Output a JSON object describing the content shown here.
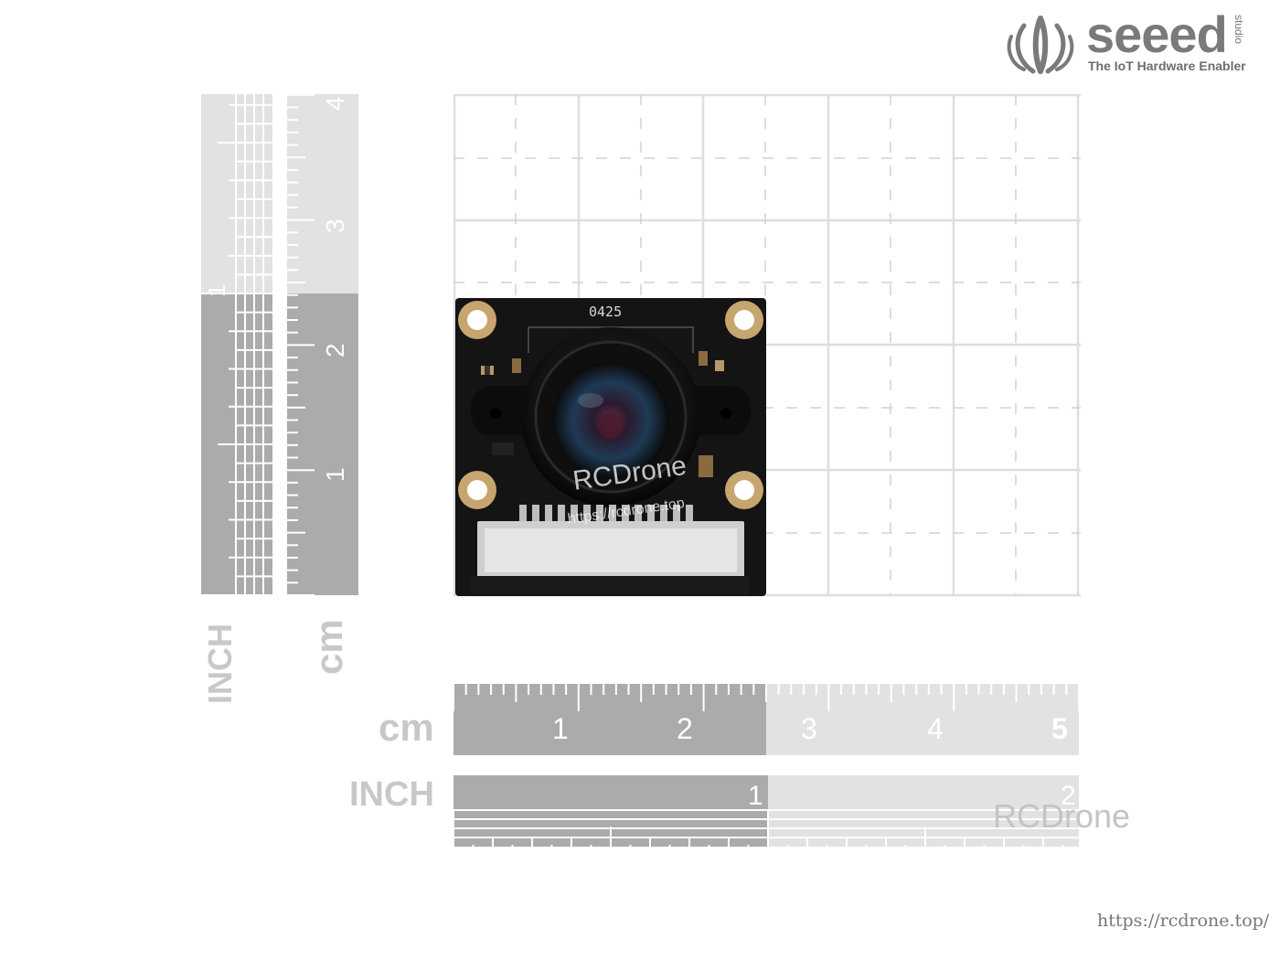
{
  "logo": {
    "wordmark": "seeed",
    "superscript": "studio",
    "tagline": "The IoT Hardware Enabler"
  },
  "rulers": {
    "vertical_inch_label": "INCH",
    "vertical_inch_ticks": [
      "1"
    ],
    "vertical_cm_label": "cm",
    "vertical_cm_ticks": [
      "1",
      "2",
      "3",
      "4"
    ],
    "horizontal_cm_label": "cm",
    "horizontal_cm_ticks": [
      "1",
      "2",
      "3",
      "4",
      "5"
    ],
    "horizontal_inch_label": "INCH",
    "horizontal_inch_ticks": [
      "1",
      "2"
    ]
  },
  "camera": {
    "board_marking": "0425",
    "overlay_brand": "RCDrone",
    "overlay_url": "https://rcdrone.top"
  },
  "watermark": {
    "brand": "RCDrone",
    "url": "https://rcdrone.top/"
  },
  "colors": {
    "ruler_dark": "#a9a9a9",
    "ruler_light": "#e0e0e0",
    "grid_line": "#d9d9d9",
    "board": "#151515",
    "pad_gold": "#c9a46a",
    "logo_gray": "#7a7a7a"
  }
}
